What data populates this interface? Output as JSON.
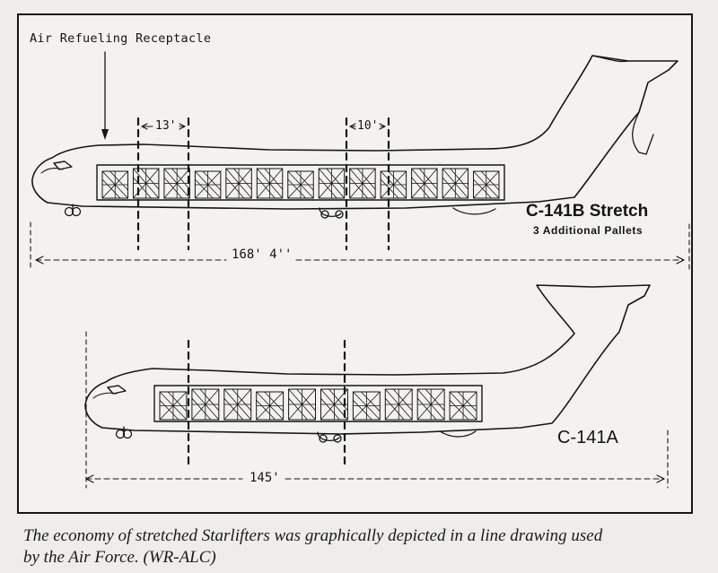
{
  "figure": {
    "labels": {
      "receptacle": "Air Refueling Receptacle",
      "dim_13": "13'",
      "dim_10": "10'",
      "stretch_model": "C-141B Stretch",
      "stretch_note": "3 Additional Pallets",
      "stretch_length": "168' 4''",
      "original_model": "C-141A",
      "original_length": "145'"
    },
    "aircraft": [
      {
        "model": "C-141B Stretch",
        "pallet_count": 13,
        "length": "168' 4''"
      },
      {
        "model": "C-141A",
        "pallet_count": 10,
        "length": "145'"
      }
    ]
  },
  "caption": {
    "line1": "The economy of stretched Starlifters was graphically depicted in a line drawing used",
    "line2": "by the Air Force. (WR-ALC)"
  }
}
